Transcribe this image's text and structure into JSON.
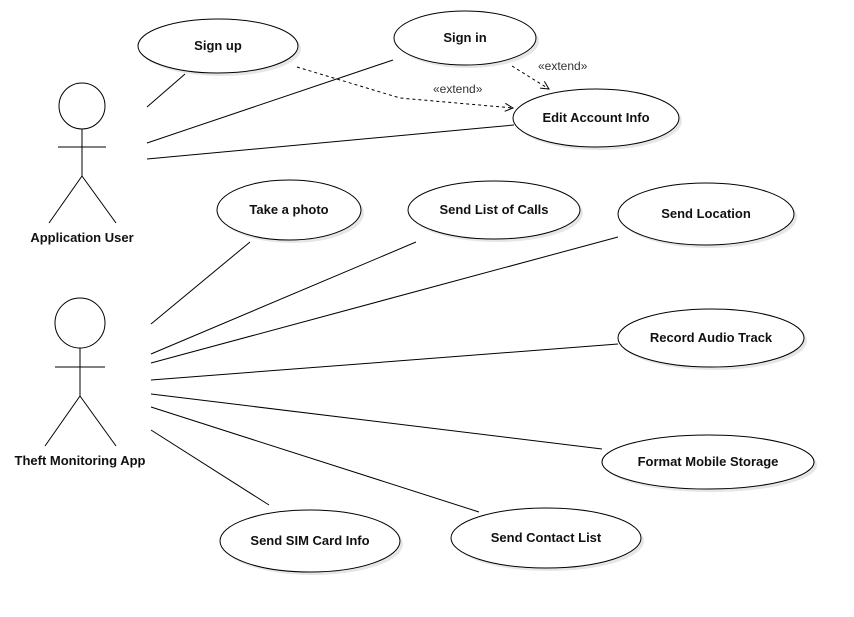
{
  "actors": {
    "user": {
      "label": "Application User"
    },
    "app": {
      "label": "Theft Monitoring App"
    }
  },
  "use_cases": {
    "signup": "Sign up",
    "signin": "Sign in",
    "edit_account": "Edit Account Info",
    "take_photo": "Take a photo",
    "send_calls": "Send List of Calls",
    "send_location": "Send Location",
    "record_audio": "Record Audio Track",
    "format_storage": "Format Mobile Storage",
    "send_contacts": "Send Contact List",
    "send_sim": "Send SIM Card Info"
  },
  "relations": {
    "extend_label": "«extend»"
  }
}
